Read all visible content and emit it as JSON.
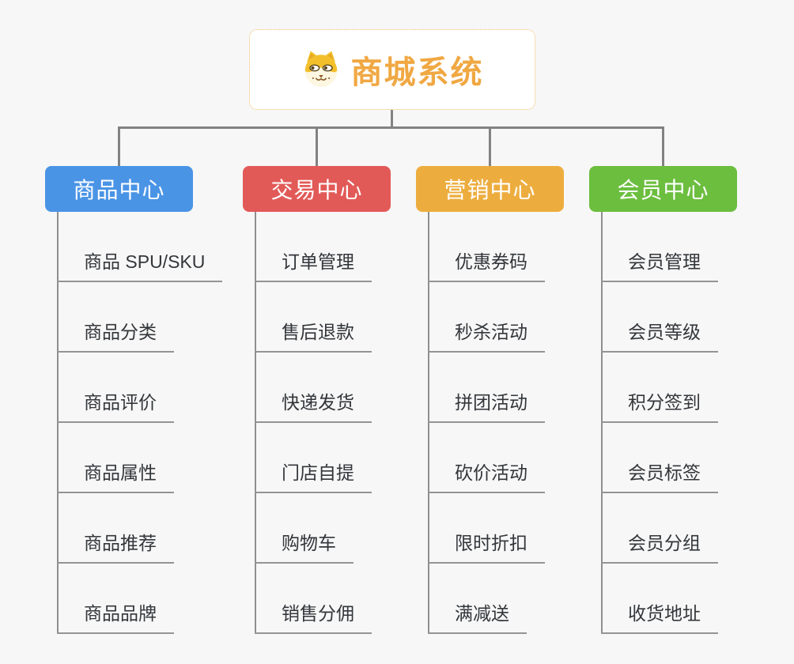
{
  "canvas": {
    "background": "#f7f7f7",
    "connector_color": "#828282",
    "underline_color": "#949494"
  },
  "root": {
    "title": "商城系统",
    "icon": "dog-face-icon",
    "text_color": "#f0a843",
    "border_color": "#f2bd69",
    "background": "#ffffff"
  },
  "branches": [
    {
      "label": "商品中心",
      "color": "#4a94e6",
      "items": [
        "商品 SPU/SKU",
        "商品分类",
        "商品评价",
        "商品属性",
        "商品推荐",
        "商品品牌"
      ]
    },
    {
      "label": "交易中心",
      "color": "#e25a58",
      "items": [
        "订单管理",
        "售后退款",
        "快递发货",
        "门店自提",
        "购物车",
        "销售分佣"
      ]
    },
    {
      "label": "营销中心",
      "color": "#edad3e",
      "items": [
        "优惠券码",
        "秒杀活动",
        "拼团活动",
        "砍价活动",
        "限时折扣",
        "满减送"
      ]
    },
    {
      "label": "会员中心",
      "color": "#6cbe3f",
      "items": [
        "会员管理",
        "会员等级",
        "积分签到",
        "会员标签",
        "会员分组",
        "收货地址"
      ]
    }
  ]
}
